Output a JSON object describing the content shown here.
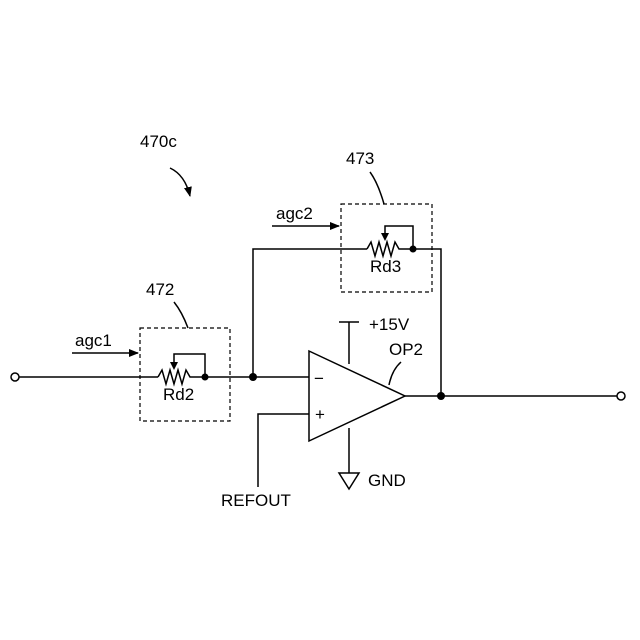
{
  "figure_ref": "470c",
  "blocks": {
    "block_472": {
      "ref": "472",
      "resistor": "Rd2",
      "control": "agc1"
    },
    "block_473": {
      "ref": "473",
      "resistor": "Rd3",
      "control": "agc2"
    }
  },
  "opamp": {
    "name": "OP2",
    "supply": "+15V",
    "ground": "GND",
    "inverting": "−",
    "non_inverting": "+"
  },
  "reference": "REFOUT"
}
